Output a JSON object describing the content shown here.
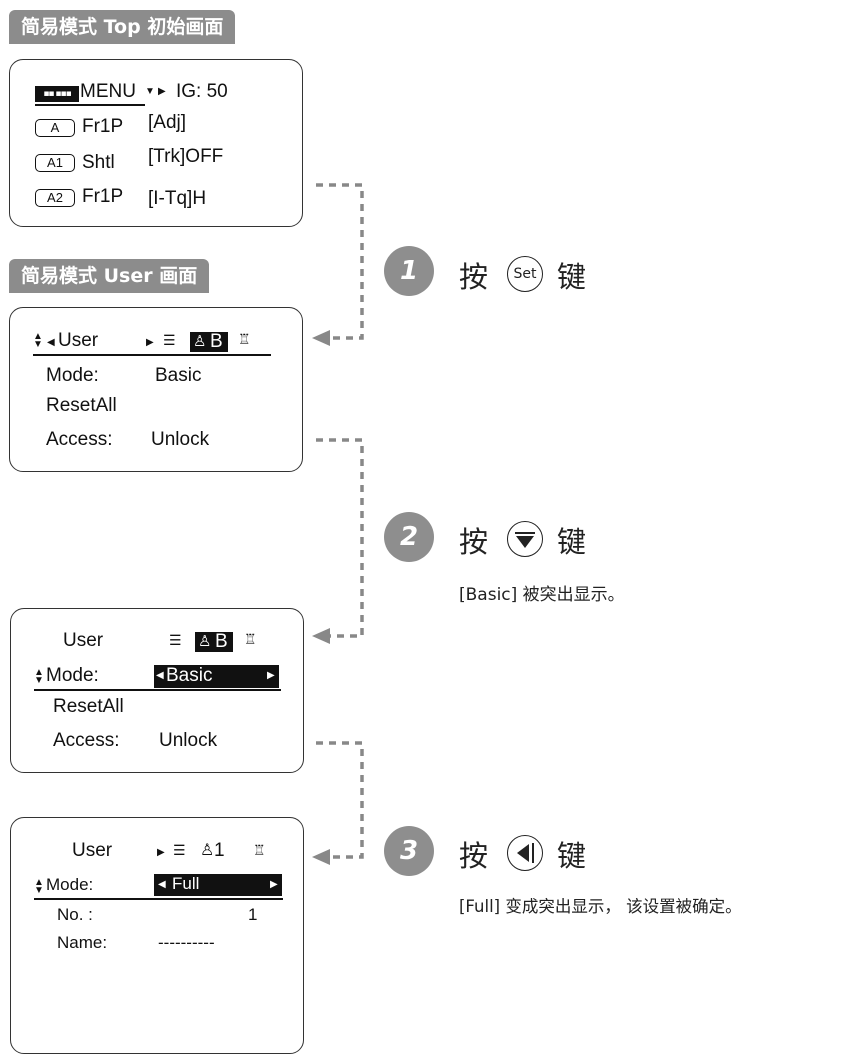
{
  "labels": {
    "top_screen": "简易模式 Top 初始画面",
    "user_screen": "简易模式 User 画面"
  },
  "screen_top": {
    "menu_label": "MENU",
    "ig": "IG: 50",
    "rows": [
      {
        "key": "A",
        "name": "Fr1P",
        "value": "[Adj]"
      },
      {
        "key": "A1",
        "name": "Shtl",
        "value": "[Trk]OFF"
      },
      {
        "key": "A2",
        "name": "Fr1P",
        "value": "[I-Tq]H"
      }
    ]
  },
  "screen_user1": {
    "title": "User",
    "badge": "B",
    "mode_label": "Mode:",
    "mode_value": "Basic",
    "resetall": "ResetAll",
    "access_label": "Access:",
    "access_value": "Unlock"
  },
  "screen_user2": {
    "title": "User",
    "badge": "B",
    "mode_label": "Mode:",
    "mode_value": "Basic",
    "resetall": "ResetAll",
    "access_label": "Access:",
    "access_value": "Unlock"
  },
  "screen_user3": {
    "title": "User",
    "badge": "1",
    "mode_label": "Mode:",
    "mode_value": "Full",
    "no_label": "No. :",
    "no_value": "1",
    "name_label": "Name:",
    "name_value": "----------"
  },
  "steps": [
    {
      "number": "1",
      "prefix": "按",
      "key": "Set",
      "suffix": "键",
      "note": ""
    },
    {
      "number": "2",
      "prefix": "按",
      "key": "down",
      "suffix": "键",
      "note": "[Basic] 被突出显示。"
    },
    {
      "number": "3",
      "prefix": "按",
      "key": "left",
      "suffix": "键",
      "note": "[Full] 变成突出显示， 该设置被确定。"
    }
  ],
  "colors": {
    "tag_bg": "#8c8c8c",
    "step_bg": "#8e8e8e",
    "connector": "#888888"
  }
}
